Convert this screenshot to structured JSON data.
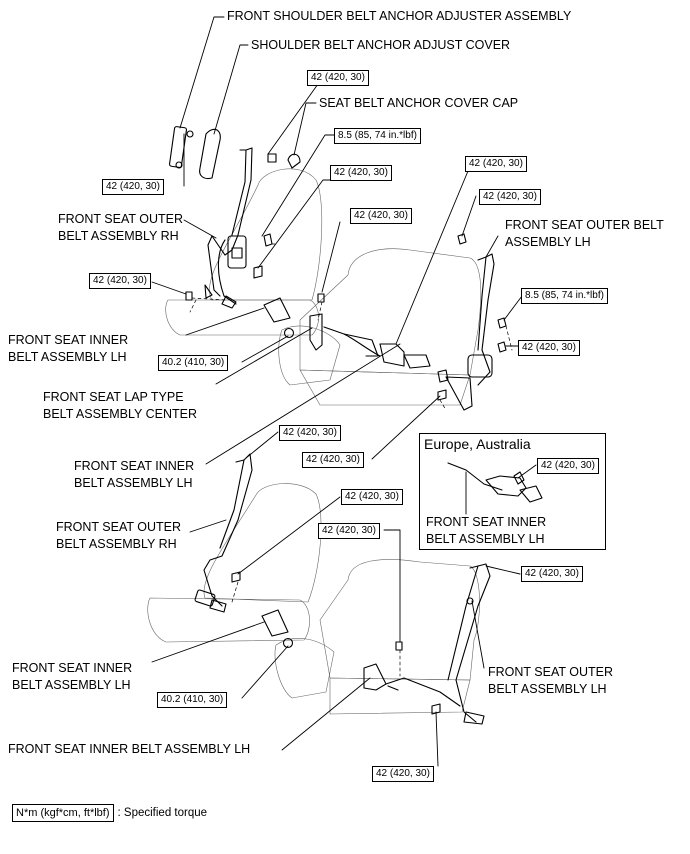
{
  "labels": {
    "shoulder_anchor_adjuster": "FRONT SHOULDER BELT ANCHOR ADJUSTER ASSEMBLY",
    "shoulder_anchor_cover": "SHOULDER BELT ANCHOR ADJUST COVER",
    "anchor_cover_cap": "SEAT BELT ANCHOR COVER CAP",
    "outer_rh_top_1": "FRONT SEAT OUTER",
    "outer_rh_top_2": "BELT ASSEMBLY RH",
    "inner_lh_top_1": "FRONT SEAT INNER",
    "inner_lh_top_2": "BELT ASSEMBLY LH",
    "lap_center_1": "FRONT SEAT LAP TYPE",
    "lap_center_2": "BELT ASSEMBLY CENTER",
    "outer_lh_top_1": "FRONT SEAT OUTER BELT",
    "outer_lh_top_2": "ASSEMBLY LH",
    "inner_lh_mid_1": "FRONT SEAT INNER",
    "inner_lh_mid_2": "BELT ASSEMBLY LH",
    "outer_rh_bot_1": "FRONT SEAT OUTER",
    "outer_rh_bot_2": "BELT ASSEMBLY RH",
    "inner_lh_bot_1": "FRONT SEAT INNER",
    "inner_lh_bot_2": "BELT ASSEMBLY LH",
    "outer_lh_bot_1": "FRONT SEAT OUTER",
    "outer_lh_bot_2": "BELT ASSEMBLY LH",
    "inner_lh_full": "FRONT SEAT INNER BELT ASSEMBLY LH",
    "inset_inner_1": "FRONT SEAT INNER",
    "inset_inner_2": "BELT ASSEMBLY LH"
  },
  "inset": {
    "title": "Europe, Australia"
  },
  "torques": {
    "t_42": "42 (420, 30)",
    "t_85": "8.5 (85, 74 in.*lbf)",
    "t_402": "40.2 (410, 30)"
  },
  "legend": {
    "unit": "N*m (kgf*cm, ft*lbf)",
    "text": ": Specified torque"
  }
}
